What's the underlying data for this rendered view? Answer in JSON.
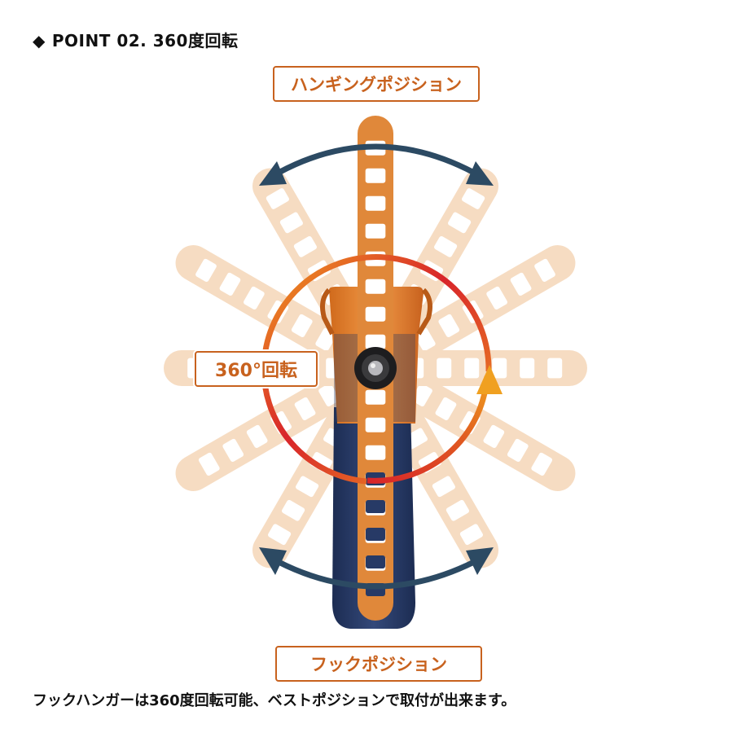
{
  "heading": {
    "marker": "◆",
    "text": "POINT 02. 360度回転"
  },
  "labels": {
    "top": "ハンギングポジション",
    "rotation": "360°回転",
    "bottom": "フックポジション"
  },
  "caption": "フックハンガーは360度回転可能、ベストポジションで取付が出来ます。",
  "colors": {
    "accent_orange": "#c8621e",
    "strap_orange": "#e0883a",
    "ghost_strap": "#f6dcc2",
    "arrow_navy": "#2c4a63",
    "body_navy": "#273a66",
    "ring_red": "#d8242a",
    "ring_yellow": "#f0a020"
  },
  "icons": [
    "diamond-icon",
    "double-arrow-icon",
    "rotation-ring-icon",
    "knob-icon"
  ]
}
